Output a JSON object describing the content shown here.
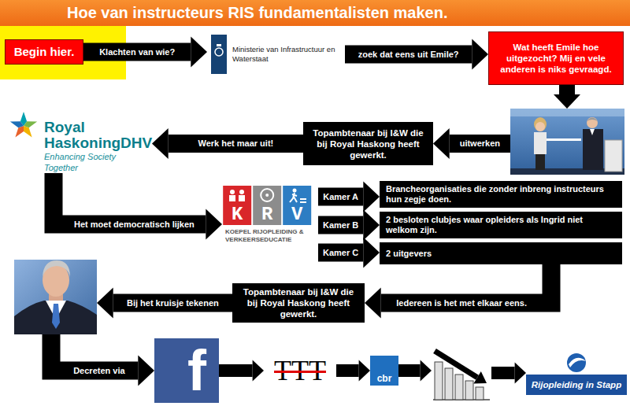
{
  "diagram": {
    "title": "Hoe van instructeurs RIS fundamentalisten maken.",
    "nodes": [
      {
        "text": [
          "Begin hier."
        ]
      },
      {
        "text": [
          "Ministerie van Infrastructuur en Waterstaat"
        ]
      },
      {
        "text": [
          "Wat heeft Emile hoe uitgezocht? Mij en vele anderen is niks gevraagd."
        ]
      },
      {
        "text": [
          "Royal HaskoningDHV",
          "Enhancing Society Together"
        ]
      },
      {
        "text": [
          "Topambtenaar bij I&W die bij Royal Haskong heeft gewerkt."
        ]
      },
      {
        "text": []
      },
      {
        "text": [
          "KRV",
          "KOEPEL RIJOPLEIDING & VERKEERSEDUCATIE"
        ]
      },
      {
        "text": [
          "Brancheorganisaties die zonder inbreng instructeurs hun zegje doen."
        ]
      },
      {
        "text": [
          "2 besloten clubjes waar opleiders als Ingrid niet welkom zijn."
        ]
      },
      {
        "text": [
          "2 uitgevers"
        ]
      },
      {
        "text": []
      },
      {
        "text": [
          "Topambtenaar bij I&W die bij Royal Haskong heeft gewerkt."
        ]
      },
      {
        "text": [
          "f"
        ]
      },
      {
        "text": [
          "TTT"
        ]
      },
      {
        "text": [
          "cbr"
        ]
      },
      {
        "text": []
      },
      {
        "text": [
          "Rijopleiding in Stapp"
        ]
      }
    ],
    "edges": [
      {
        "from": 0,
        "to": 1,
        "arrow": "to",
        "label": "Klachten van wie?"
      },
      {
        "from": 1,
        "to": 2,
        "arrow": "to",
        "label": "zoek dat eens uit Emile?"
      },
      {
        "from": 2,
        "to": 5,
        "arrow": "to"
      },
      {
        "from": 5,
        "to": 4,
        "arrow": "to",
        "label": "uitwerken"
      },
      {
        "from": 4,
        "to": 3,
        "arrow": "to",
        "label": "Werk het maar uit!"
      },
      {
        "from": 3,
        "to": 6,
        "arrow": "to",
        "label": "Het moet democratisch lijken"
      },
      {
        "from": 6,
        "to": 7,
        "arrow": "to",
        "label": "Kamer A"
      },
      {
        "from": 6,
        "to": 8,
        "arrow": "to",
        "label": "Kamer B"
      },
      {
        "from": 6,
        "to": 9,
        "arrow": "to",
        "label": "Kamer C"
      },
      {
        "from": 9,
        "to": 11,
        "arrow": "to",
        "label": "Iedereen is het met elkaar eens."
      },
      {
        "from": 11,
        "to": 10,
        "arrow": "to",
        "label": "Bij het kruisje tekenen"
      },
      {
        "from": 10,
        "to": 12,
        "arrow": "to",
        "label": "Decreten via"
      },
      {
        "from": 12,
        "to": 13,
        "arrow": "to"
      },
      {
        "from": 13,
        "to": 14,
        "arrow": "to"
      },
      {
        "from": 14,
        "to": 15,
        "arrow": "to"
      },
      {
        "from": 15,
        "to": 16,
        "arrow": "to"
      }
    ]
  }
}
